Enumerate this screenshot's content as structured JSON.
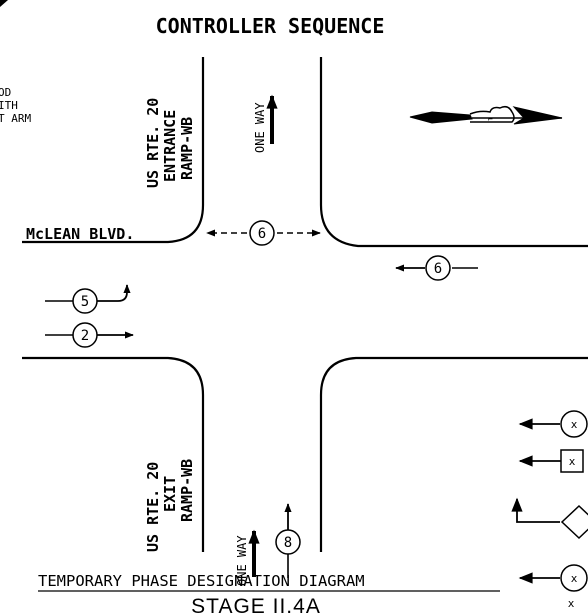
{
  "title": "CONTROLLER SEQUENCE",
  "left_note": [
    "OD",
    "ITH",
    "T ARM"
  ],
  "streets": {
    "north_ramp": [
      "US RTE. 20",
      "ENTRANCE",
      "RAMP-WB"
    ],
    "south_ramp": [
      "US RTE. 20",
      "EXIT",
      "RAMP-WB"
    ],
    "east_west": "McLEAN BLVD."
  },
  "one_way_label": "ONE WAY",
  "phases": {
    "ped_crossing": "6",
    "westbound": "6",
    "eb_left": "5",
    "eb_through": "2",
    "nb_through": "8"
  },
  "legend_marker": "x",
  "footer": {
    "diagram_title": "TEMPORARY PHASE DESIGNATION DIAGRAM",
    "stage": "STAGE II.4A"
  }
}
